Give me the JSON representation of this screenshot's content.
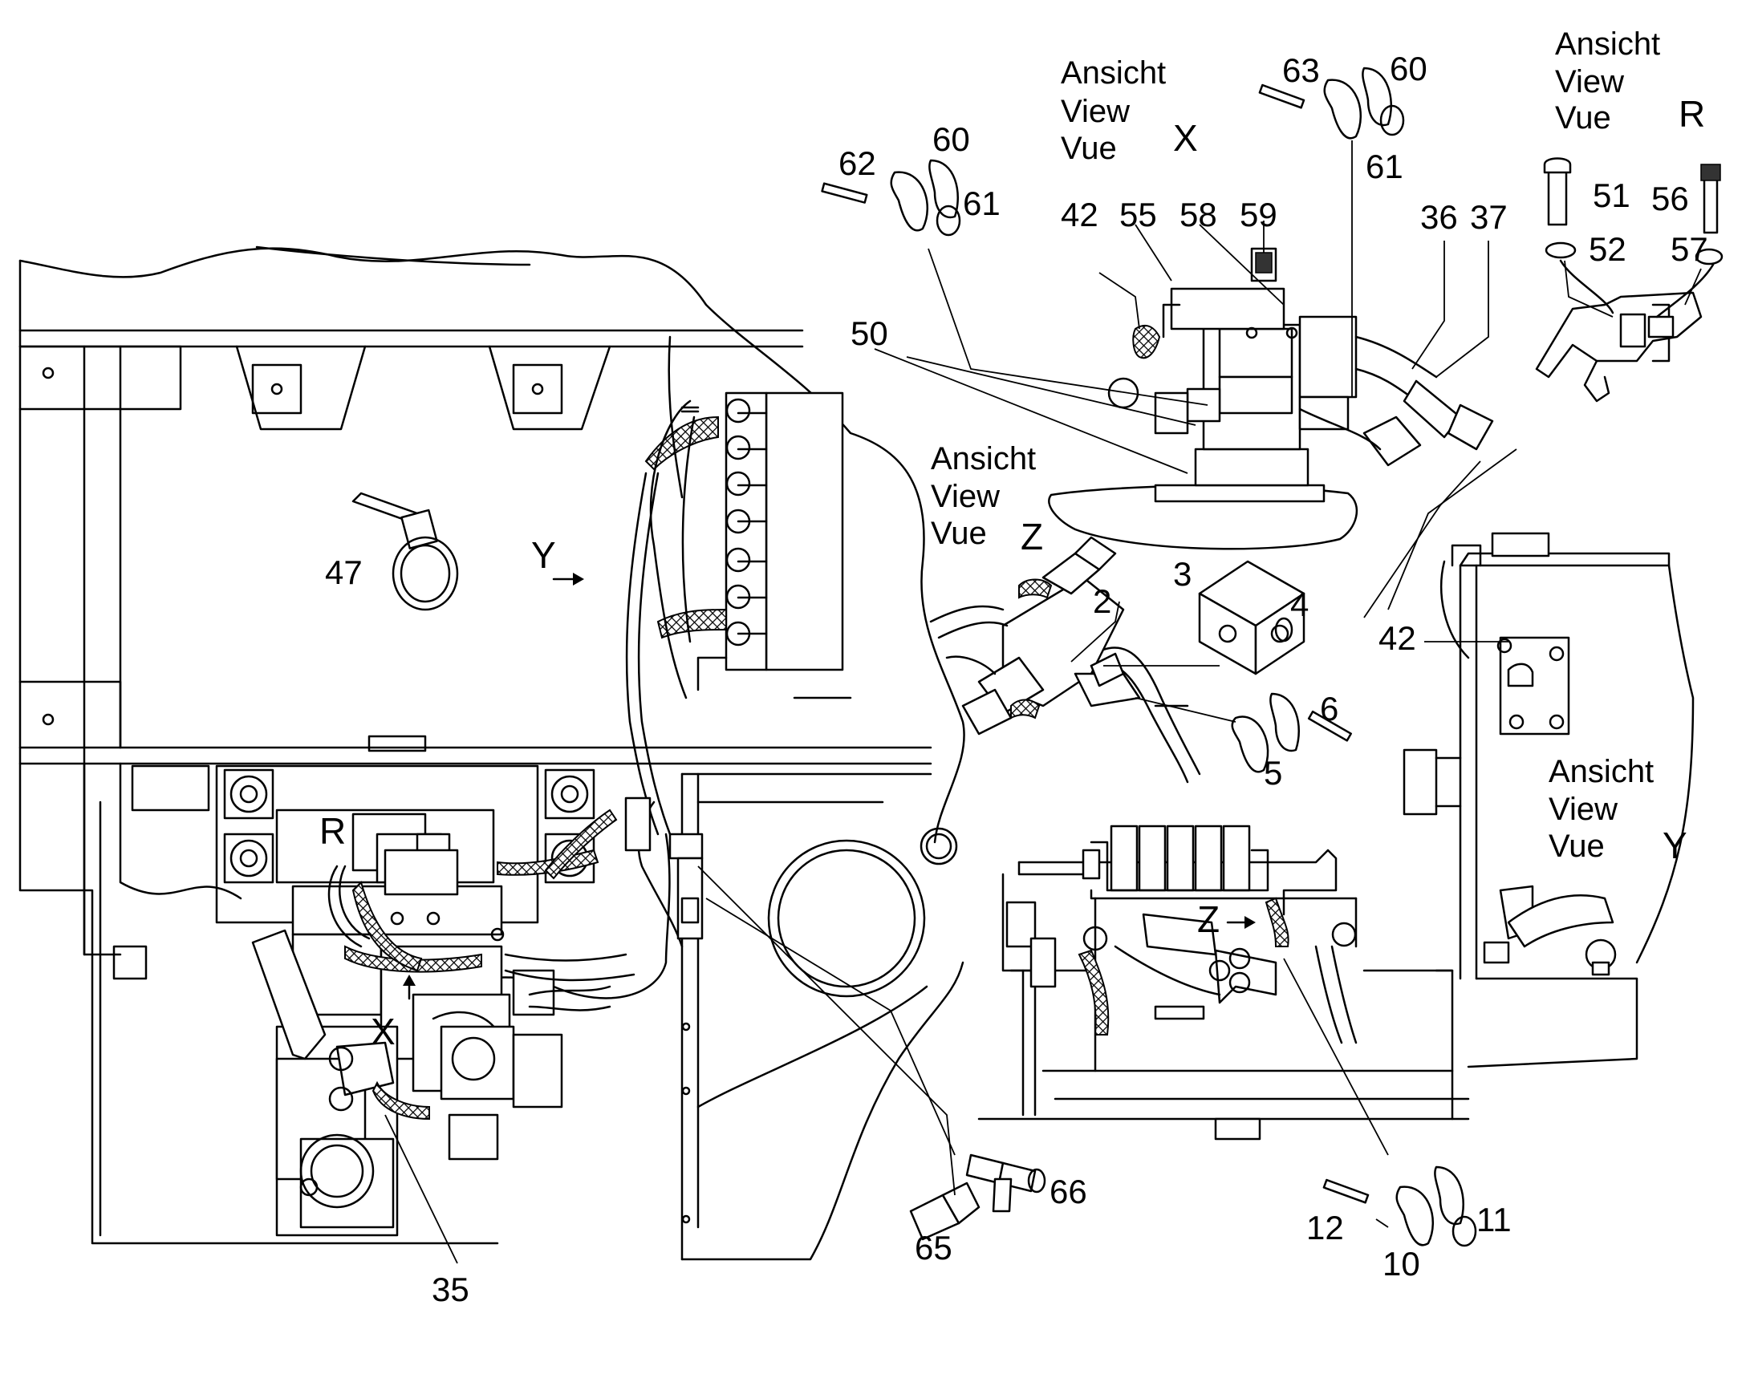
{
  "views": {
    "x": {
      "line1": "Ansicht",
      "line2": "View",
      "line3": "Vue",
      "letter": "X"
    },
    "r": {
      "line1": "Ansicht",
      "line2": "View",
      "line3": "Vue",
      "letter": "R"
    },
    "z": {
      "line1": "Ansicht",
      "line2": "View",
      "line3": "Vue",
      "letter": "Z"
    },
    "y": {
      "line1": "Ansicht",
      "line2": "View",
      "line3": "Vue",
      "letter": "Y"
    }
  },
  "markers": {
    "y_arrow": "Y",
    "z_arrow": "Z",
    "x_arrow": "X",
    "r_mark": "R"
  },
  "parts": {
    "p2": "2",
    "p3": "3",
    "p4": "4",
    "p5": "5",
    "p6": "6",
    "p10": "10",
    "p11": "11",
    "p12": "12",
    "p35": "35",
    "p36": "36",
    "p37": "37",
    "p42a": "42",
    "p42b": "42",
    "p47": "47",
    "p50": "50",
    "p51": "51",
    "p52": "52",
    "p55": "55",
    "p56": "56",
    "p57": "57",
    "p58": "58",
    "p59": "59",
    "p60a": "60",
    "p60b": "60",
    "p61a": "61",
    "p61b": "61",
    "p62": "62",
    "p63": "63",
    "p65": "65",
    "p66": "66"
  }
}
